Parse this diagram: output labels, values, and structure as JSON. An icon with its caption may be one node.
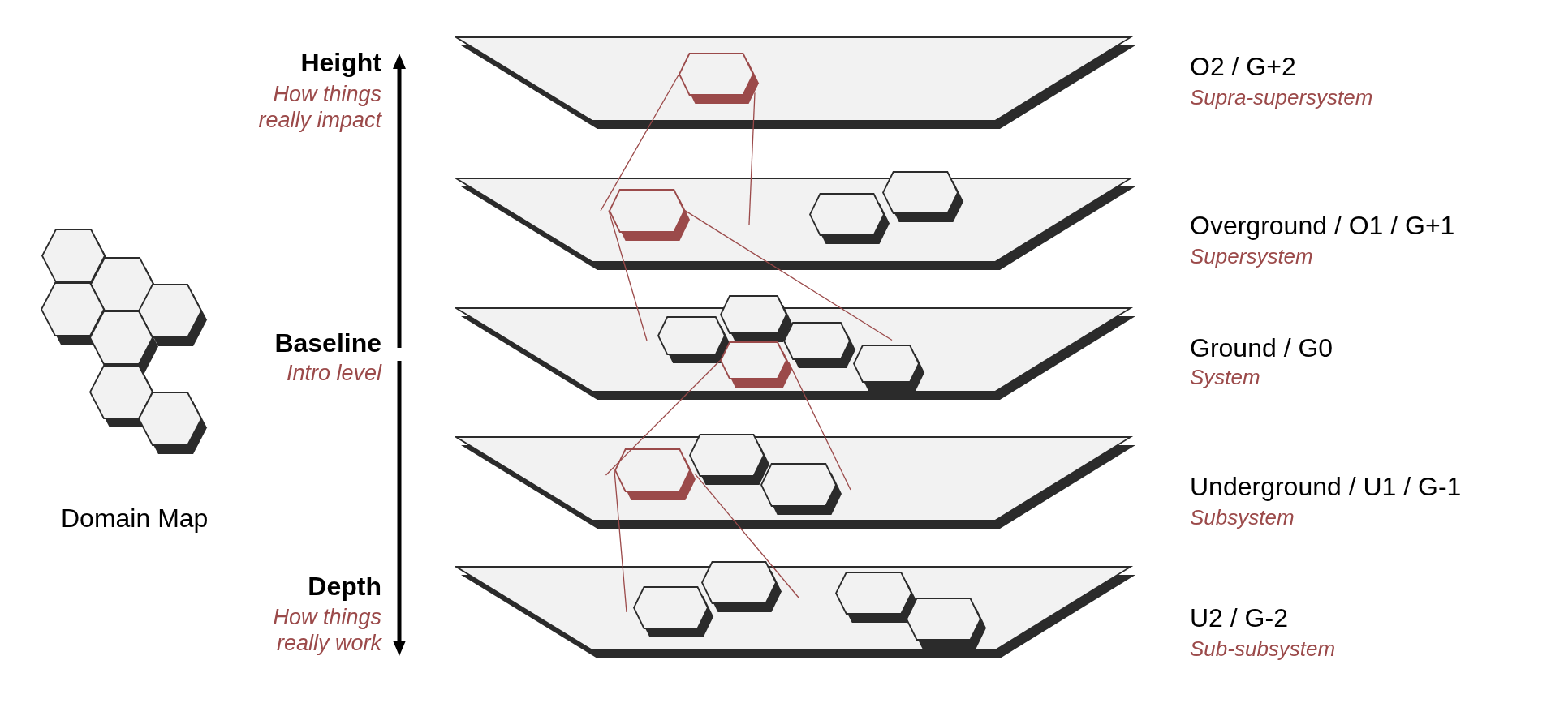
{
  "diagram": {
    "nodes": [
      {
        "text": [],
        "shape": "trapezoid",
        "beside": [
          "O2 / G+2",
          "Supra-supersystem"
        ]
      },
      {
        "text": [],
        "shape": "hexagon",
        "in": 0
      },
      {
        "text": [],
        "shape": "trapezoid",
        "beside": [
          "Overground / O1 / G+1",
          "Supersystem"
        ]
      },
      {
        "text": [],
        "shape": "hexagon",
        "in": 2
      },
      {
        "text": [],
        "shape": "hexagon",
        "in": 2
      },
      {
        "text": [],
        "shape": "hexagon",
        "in": 2
      },
      {
        "text": [],
        "shape": "trapezoid",
        "beside": [
          "Ground / G0",
          "System"
        ]
      },
      {
        "text": [],
        "shape": "hexagon",
        "in": 6
      },
      {
        "text": [],
        "shape": "hexagon",
        "in": 6
      },
      {
        "text": [],
        "shape": "hexagon",
        "in": 6
      },
      {
        "text": [],
        "shape": "hexagon",
        "in": 6
      },
      {
        "text": [],
        "shape": "hexagon",
        "in": 6
      },
      {
        "text": [],
        "shape": "trapezoid",
        "beside": [
          "Underground / U1 / G-1",
          "Subsystem"
        ]
      },
      {
        "text": [],
        "shape": "hexagon",
        "in": 12
      },
      {
        "text": [],
        "shape": "hexagon",
        "in": 12
      },
      {
        "text": [],
        "shape": "hexagon",
        "in": 12
      },
      {
        "text": [],
        "shape": "trapezoid",
        "beside": [
          "U2 / G-2",
          "Sub-subsystem"
        ]
      },
      {
        "text": [],
        "shape": "hexagon",
        "in": 16
      },
      {
        "text": [],
        "shape": "hexagon",
        "in": 16
      },
      {
        "text": [],
        "shape": "hexagon",
        "in": 16
      },
      {
        "text": [],
        "shape": "hexagon",
        "in": 16
      }
    ],
    "edges": [
      {
        "from": 1,
        "to": 2,
        "arrow": "none"
      },
      {
        "from": 1,
        "to": 2,
        "arrow": "none"
      },
      {
        "from": 3,
        "to": 6,
        "arrow": "none"
      },
      {
        "from": 3,
        "to": 6,
        "arrow": "none"
      },
      {
        "from": 9,
        "to": 12,
        "arrow": "none"
      },
      {
        "from": 9,
        "to": 12,
        "arrow": "none"
      },
      {
        "from": 13,
        "to": 16,
        "arrow": "none"
      },
      {
        "from": 13,
        "to": 16,
        "arrow": "none"
      }
    ],
    "labels": [
      "Height",
      "How things really impact",
      "Baseline",
      "Intro level",
      "Domain Map",
      "Depth",
      "How things really work"
    ]
  }
}
